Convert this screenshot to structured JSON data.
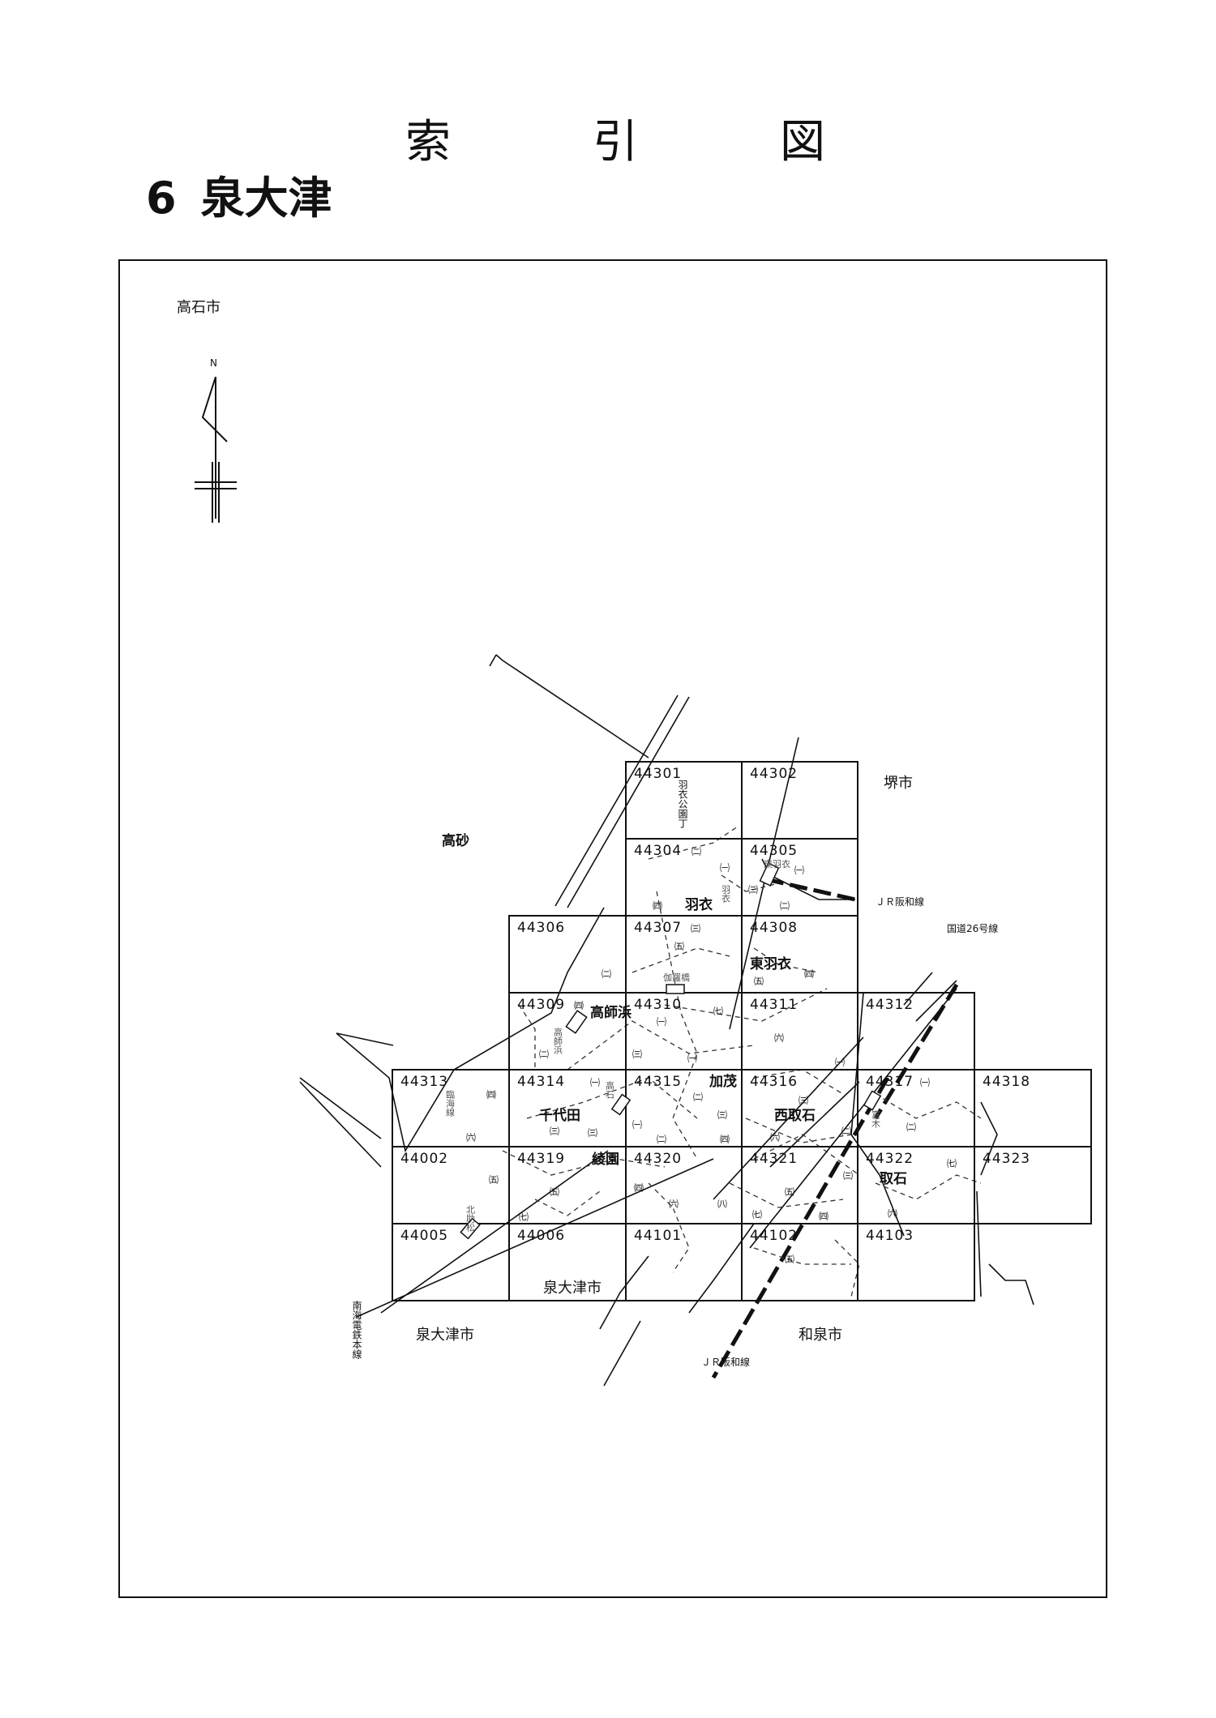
{
  "title": {
    "chars": [
      "索",
      "引",
      "図"
    ]
  },
  "subtitle": {
    "number": "6",
    "name": "泉大津"
  },
  "north_label": "N",
  "cities": {
    "takaishi": "高石市",
    "sakai": "堺市",
    "izumiotsu_bottom": "泉大津市",
    "izumiotsu_mid": "泉大津市",
    "izumi": "和泉市"
  },
  "rail_road_labels": {
    "jr_hanwa_top": "ＪＲ阪和線",
    "jr_hanwa_bottom": "ＪＲ阪和線",
    "route26": "国道26号線",
    "nankai_main": "南海電鉄本線"
  },
  "places": {
    "takasago": "高砂",
    "hagoromo_park": "羽衣公園丁",
    "hagoromo": "羽衣",
    "higashi_hagoromo": "東羽衣",
    "takashinohama": "高師浜",
    "chiyoda": "千代田",
    "kamo": "加茂",
    "nishi_toriishi": "西取石",
    "ayazono": "綾園",
    "toriishi": "取石",
    "hagoromo_stn": "羽衣",
    "higashi_hagoromo_stn": "東羽衣",
    "garanbashi": "伽羅橋",
    "takashinohama_stn": "高師浜",
    "takaishi_stn": "高石",
    "tomiki_stn": "富木",
    "kitasukematsu_stn": "北助松",
    "rinkai_line": "臨海線"
  },
  "grid_cells": [
    "44301",
    "44302",
    "44304",
    "44305",
    "44306",
    "44307",
    "44308",
    "44309",
    "44310",
    "44311",
    "44312",
    "44313",
    "44314",
    "44315",
    "44316",
    "44317",
    "44318",
    "44002",
    "44319",
    "44320",
    "44321",
    "44322",
    "44323",
    "44005",
    "44006",
    "44101",
    "44102",
    "44103"
  ],
  "chome": {
    "c1": "㈠",
    "c2": "㈡",
    "c3": "㈢",
    "c4": "㈣",
    "c5": "㈤",
    "c6": "㈥",
    "c7": "㈦",
    "c8": "㈧"
  }
}
